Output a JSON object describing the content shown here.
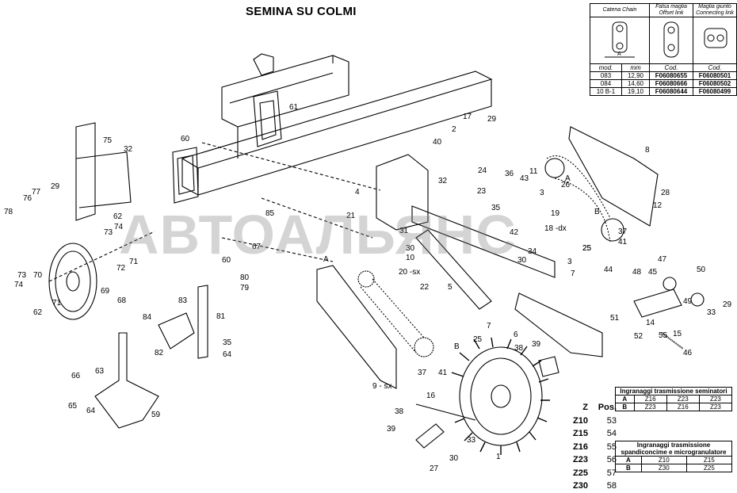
{
  "title": "SEMINA SU COLMI",
  "watermark": "АВТОАЛЬЯНС",
  "chain_table": {
    "headers": [
      "Catena\nChain",
      "Falsa maglia\nOffset link",
      "Maglia giunto\nConnecting link"
    ],
    "dim_label": "A",
    "subheaders": [
      "mod.",
      "mm",
      "Cod.",
      "Cod."
    ],
    "rows": [
      [
        "083",
        "12,90",
        "F06080655",
        "F06080501"
      ],
      [
        "084",
        "14,60",
        "F06080666",
        "F06080502"
      ],
      [
        "10 B-1",
        "19,10",
        "F06080644",
        "F06080499"
      ]
    ]
  },
  "gear_table_1": {
    "title": "Ingranaggi trasmissione seminatori",
    "rows": [
      [
        "A",
        "Z16",
        "Z23",
        "Z23"
      ],
      [
        "B",
        "Z23",
        "Z16",
        "Z23"
      ]
    ]
  },
  "gear_table_2": {
    "title": "Ingranaggi trasmissione spandiconcime e microgranulatore",
    "rows": [
      [
        "A",
        "Z10",
        "Z15"
      ],
      [
        "B",
        "Z30",
        "Z25"
      ]
    ]
  },
  "z_pos": {
    "header_z": "Z",
    "header_pos": "Pos.",
    "rows": [
      [
        "Z10",
        "53"
      ],
      [
        "Z15",
        "54"
      ],
      [
        "Z16",
        "55"
      ],
      [
        "Z23",
        "56"
      ],
      [
        "Z25",
        "57"
      ],
      [
        "Z30",
        "58"
      ]
    ]
  },
  "labels": [
    "61",
    "60",
    "75",
    "32",
    "77",
    "76",
    "78",
    "29",
    "73",
    "74",
    "72",
    "71",
    "62",
    "85",
    "67",
    "60",
    "80",
    "79",
    "73",
    "70",
    "74",
    "62",
    "71",
    "69",
    "68",
    "83",
    "84",
    "81",
    "82",
    "35",
    "64",
    "66",
    "63",
    "65",
    "64",
    "59",
    "4",
    "32",
    "23",
    "21",
    "31",
    "30",
    "10",
    "20 -sx",
    "5",
    "22",
    "9 - sx",
    "37",
    "41",
    "B",
    "A",
    "17",
    "2",
    "29",
    "40",
    "24",
    "36",
    "11",
    "43",
    "3",
    "19",
    "26",
    "35",
    "42",
    "18 -dx",
    "34",
    "7",
    "30",
    "3",
    "25",
    "7",
    "6",
    "25",
    "38",
    "39",
    "16",
    "38",
    "39",
    "33",
    "1",
    "30",
    "27",
    "8",
    "28",
    "12",
    "A",
    "B",
    "37",
    "41",
    "25",
    "47",
    "48",
    "45",
    "44",
    "50",
    "49",
    "33",
    "29",
    "51",
    "14",
    "15",
    "52",
    "55",
    "46"
  ]
}
